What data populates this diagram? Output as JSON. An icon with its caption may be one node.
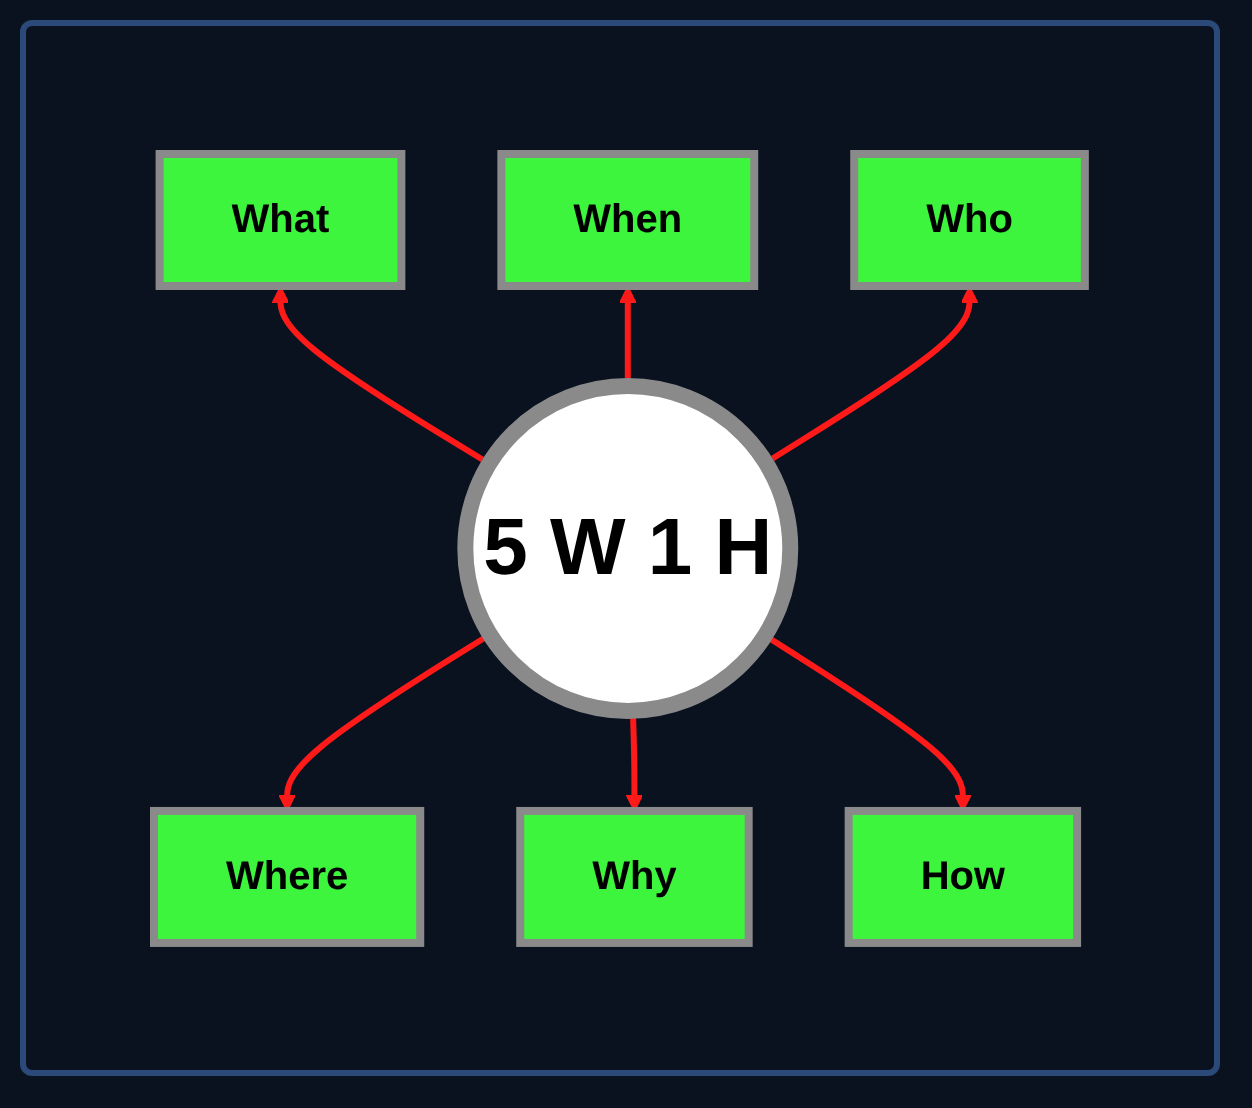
{
  "diagram": {
    "nodes": [
      {
        "text": [
          "What"
        ]
      },
      {
        "text": [
          "When"
        ]
      },
      {
        "text": [
          "Who"
        ]
      },
      {
        "text": [
          "5 W 1 H"
        ]
      },
      {
        "text": [
          "Where"
        ]
      },
      {
        "text": [
          "Why"
        ]
      },
      {
        "text": [
          "How"
        ]
      }
    ],
    "edges": [
      {
        "from": 3,
        "to": 0,
        "arrow": "to"
      },
      {
        "from": 3,
        "to": 1,
        "arrow": "to"
      },
      {
        "from": 3,
        "to": 2,
        "arrow": "to"
      },
      {
        "from": 3,
        "to": 4,
        "arrow": "to"
      },
      {
        "from": 3,
        "to": 5,
        "arrow": "to"
      },
      {
        "from": 3,
        "to": 6,
        "arrow": "to"
      }
    ]
  }
}
